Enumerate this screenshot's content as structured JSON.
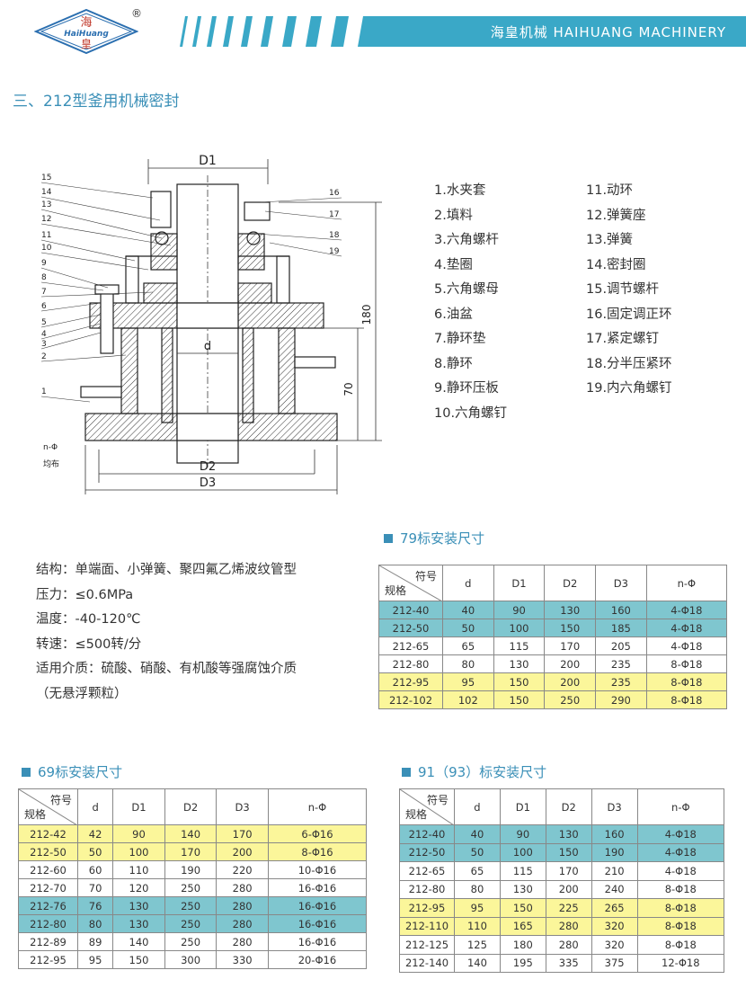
{
  "header": {
    "logo_top": "海",
    "logo_mid": "HaiHuang",
    "logo_bottom": "皇",
    "registered": "®",
    "banner_text": "海皇机械   HAIHUANG MACHINERY",
    "accent_color": "#3aa8c7"
  },
  "section_title": "三、212型釜用机械密封",
  "drawing": {
    "label_D1": "D1",
    "label_D2": "D2",
    "label_D3": "D3",
    "label_d": "d",
    "dim_180": "180",
    "dim_70": "70",
    "label_n_phi": "n-Φ",
    "label_junbu": "均布",
    "left_numbers": [
      "15",
      "14",
      "13",
      "12",
      "11",
      "10",
      "9",
      "8",
      "7",
      "6",
      "5",
      "4",
      "3",
      "2",
      "1"
    ],
    "right_numbers": [
      "16",
      "17",
      "18",
      "19"
    ]
  },
  "parts_left": [
    "1.水夹套",
    "2.填料",
    "3.六角螺杆",
    "4.垫圈",
    "5.六角螺母",
    "6.油盆",
    "7.静环垫",
    "8.静环",
    "9.静环压板",
    "10.六角螺钉"
  ],
  "parts_right": [
    "11.动环",
    "12.弹簧座",
    "13.弹簧",
    "14.密封圈",
    "15.调节螺杆",
    "16.固定调正环",
    "17.紧定螺钉",
    "18.分半压紧环",
    "19.内六角螺钉"
  ],
  "specs": [
    "结构：单端面、小弹簧、聚四氟乙烯波纹管型",
    "压力：≤0.6MPa",
    "温度：-40-120℃",
    "转速：≤500转/分",
    "适用介质：硫酸、硝酸、有机酸等强腐蚀介质",
    "（无悬浮颗粒）"
  ],
  "table_header": {
    "symbol": "符号",
    "spec": "规格",
    "cols": [
      "d",
      "D1",
      "D2",
      "D3",
      "n-Φ"
    ]
  },
  "tables": {
    "t79": {
      "title": "79标安装尺寸",
      "rows": [
        {
          "color": "teal",
          "cells": [
            "212-40",
            "40",
            "90",
            "130",
            "160",
            "4-Φ18"
          ]
        },
        {
          "color": "teal",
          "cells": [
            "212-50",
            "50",
            "100",
            "150",
            "185",
            "4-Φ18"
          ]
        },
        {
          "color": "white",
          "cells": [
            "212-65",
            "65",
            "115",
            "170",
            "205",
            "4-Φ18"
          ]
        },
        {
          "color": "white",
          "cells": [
            "212-80",
            "80",
            "130",
            "200",
            "235",
            "8-Φ18"
          ]
        },
        {
          "color": "yellow",
          "cells": [
            "212-95",
            "95",
            "150",
            "200",
            "235",
            "8-Φ18"
          ]
        },
        {
          "color": "yellow",
          "cells": [
            "212-102",
            "102",
            "150",
            "250",
            "290",
            "8-Φ18"
          ]
        }
      ]
    },
    "t69": {
      "title": "69标安装尺寸",
      "rows": [
        {
          "color": "yellow",
          "cells": [
            "212-42",
            "42",
            "90",
            "140",
            "170",
            "6-Φ16"
          ]
        },
        {
          "color": "yellow",
          "cells": [
            "212-50",
            "50",
            "100",
            "170",
            "200",
            "8-Φ16"
          ]
        },
        {
          "color": "white",
          "cells": [
            "212-60",
            "60",
            "110",
            "190",
            "220",
            "10-Φ16"
          ]
        },
        {
          "color": "white",
          "cells": [
            "212-70",
            "70",
            "120",
            "250",
            "280",
            "16-Φ16"
          ]
        },
        {
          "color": "teal",
          "cells": [
            "212-76",
            "76",
            "130",
            "250",
            "280",
            "16-Φ16"
          ]
        },
        {
          "color": "teal",
          "cells": [
            "212-80",
            "80",
            "130",
            "250",
            "280",
            "16-Φ16"
          ]
        },
        {
          "color": "white",
          "cells": [
            "212-89",
            "89",
            "140",
            "250",
            "280",
            "16-Φ16"
          ]
        },
        {
          "color": "white",
          "cells": [
            "212-95",
            "95",
            "150",
            "300",
            "330",
            "20-Φ16"
          ]
        }
      ]
    },
    "t91": {
      "title": "91（93）标安装尺寸",
      "rows": [
        {
          "color": "teal",
          "cells": [
            "212-40",
            "40",
            "90",
            "130",
            "160",
            "4-Φ18"
          ]
        },
        {
          "color": "teal",
          "cells": [
            "212-50",
            "50",
            "100",
            "150",
            "190",
            "4-Φ18"
          ]
        },
        {
          "color": "white",
          "cells": [
            "212-65",
            "65",
            "115",
            "170",
            "210",
            "4-Φ18"
          ]
        },
        {
          "color": "white",
          "cells": [
            "212-80",
            "80",
            "130",
            "200",
            "240",
            "8-Φ18"
          ]
        },
        {
          "color": "yellow",
          "cells": [
            "212-95",
            "95",
            "150",
            "225",
            "265",
            "8-Φ18"
          ]
        },
        {
          "color": "yellow",
          "cells": [
            "212-110",
            "110",
            "165",
            "280",
            "320",
            "8-Φ18"
          ]
        },
        {
          "color": "white",
          "cells": [
            "212-125",
            "125",
            "180",
            "280",
            "320",
            "8-Φ18"
          ]
        },
        {
          "color": "white",
          "cells": [
            "212-140",
            "140",
            "195",
            "335",
            "375",
            "12-Φ18"
          ]
        }
      ]
    }
  }
}
